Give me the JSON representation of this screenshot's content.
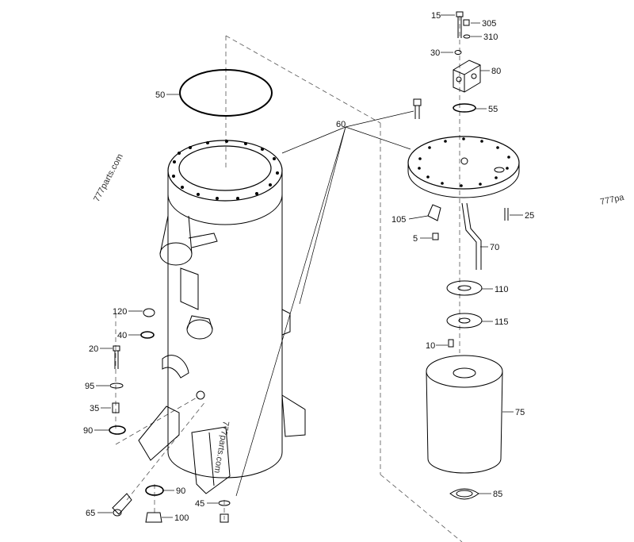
{
  "watermarks": {
    "left": "777parts.com",
    "center": "777parts.com",
    "right": "777pa"
  },
  "callouts": {
    "c15": "15",
    "c305": "305",
    "c310": "310",
    "c30": "30",
    "c80": "80",
    "c55": "55",
    "c60": "60",
    "c50": "50",
    "c105": "105",
    "c25": "25",
    "c5": "5",
    "c70": "70",
    "c110": "110",
    "c115": "115",
    "c10": "10",
    "c75": "75",
    "c85": "85",
    "c120": "120",
    "c40": "40",
    "c20": "20",
    "c95": "95",
    "c35": "35",
    "c90a": "90",
    "c90b": "90",
    "c65": "65",
    "c45": "45",
    "c100": "100"
  }
}
